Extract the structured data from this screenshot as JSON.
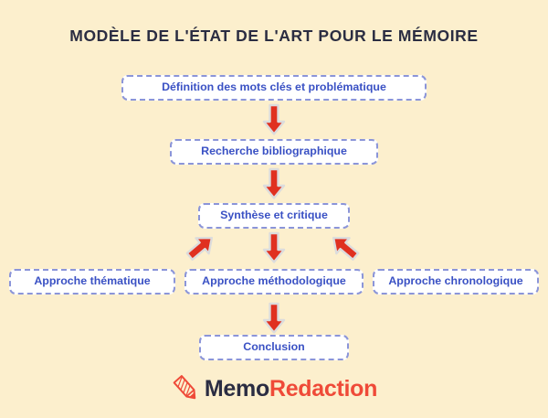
{
  "page": {
    "background_color": "#fcefcd",
    "title": "MODÈLE DE L'ÉTAT DE L'ART POUR LE MÉMOIRE"
  },
  "theme": {
    "title_color": "#2b2d42",
    "node_text_color": "#3a51c4",
    "node_border_color": "#8b95d9",
    "node_fill_color": "#ffffff",
    "arrow_color": "#e03020",
    "arrow_outline_color": "#d8d8d8",
    "logo_dark_color": "#2b2d42",
    "logo_accent_color": "#ef4a38"
  },
  "diagram": {
    "type": "flowchart",
    "nodes": [
      {
        "id": "definition",
        "label": "Définition des mots clés et problématique",
        "level": 1
      },
      {
        "id": "recherche",
        "label": "Recherche bibliographique",
        "level": 2
      },
      {
        "id": "synthese",
        "label": "Synthèse et critique",
        "level": 3
      },
      {
        "id": "thematique",
        "label": "Approche thématique",
        "level": 4
      },
      {
        "id": "methodologique",
        "label": "Approche méthodologique",
        "level": 4
      },
      {
        "id": "chronologique",
        "label": "Approche chronologique",
        "level": 4
      },
      {
        "id": "conclusion",
        "label": "Conclusion",
        "level": 5
      }
    ],
    "arrows": [
      {
        "id": "a1",
        "from": "definition",
        "to": "recherche",
        "direction": "down"
      },
      {
        "id": "a2",
        "from": "recherche",
        "to": "synthese",
        "direction": "down"
      },
      {
        "id": "a3",
        "from": "synthese",
        "to": "thematique",
        "direction": "down-left"
      },
      {
        "id": "a4",
        "from": "synthese",
        "to": "methodologique",
        "direction": "down"
      },
      {
        "id": "a5",
        "from": "synthese",
        "to": "chronologique",
        "direction": "down-right"
      },
      {
        "id": "a6",
        "from": "methodologique",
        "to": "conclusion",
        "direction": "down"
      }
    ]
  },
  "logo": {
    "icon": "pencil-icon",
    "text_first": "Memo",
    "text_second": "Redaction"
  }
}
